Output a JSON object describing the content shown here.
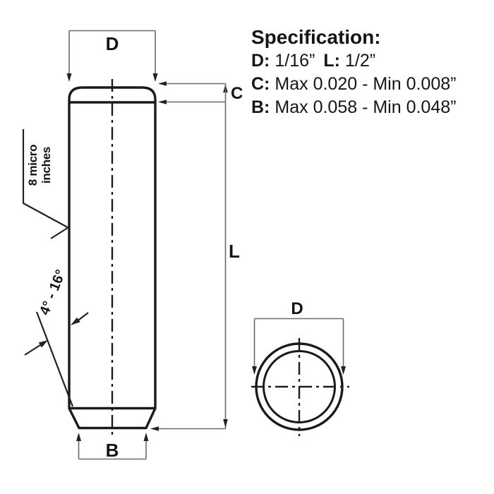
{
  "colors": {
    "background": "#ffffff",
    "object_line": "#1a1a1a",
    "dimension_line": "#6a6a6a",
    "text": "#161616"
  },
  "spec": {
    "title": "Specification:",
    "d_label": "D:",
    "d_value": "1/16”",
    "l_label": "L:",
    "l_value": "1/2”",
    "c_label": "C:",
    "c_value": "Max 0.020 - Min 0.008”",
    "b_label": "B:",
    "b_value": "Max 0.058 - Min 0.048”"
  },
  "labels": {
    "diameter_top": "D",
    "chamfer": "C",
    "length": "L",
    "bottom_diameter": "B",
    "end_view_diameter": "D"
  },
  "annotations": {
    "surface_finish_line1": "8 micro",
    "surface_finish_line2": "inches",
    "taper_angle": "4° - 16°"
  }
}
